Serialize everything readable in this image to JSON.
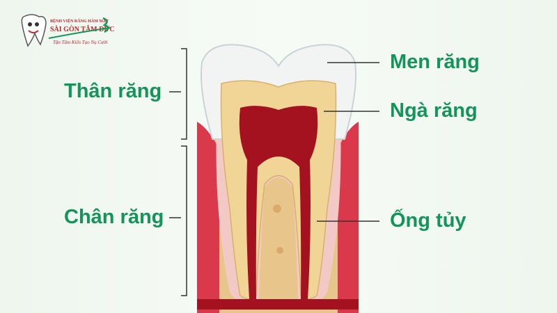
{
  "logo": {
    "line1": "BỆNH VIỆN RĂNG HÀM MẶT",
    "line2": "SÀI GÒN TÂM ĐỨC",
    "slogan": "Tận Tâm Kiến Tạo Nụ Cười"
  },
  "labels": {
    "crown": "Thân răng",
    "root": "Chân răng",
    "enamel": "Men răng",
    "dentin": "Ngà răng",
    "pulp_canal": "Ống tủy"
  },
  "colors": {
    "label": "#13955a",
    "enamel": "#f2f4f4",
    "dentin": "#f1d596",
    "pulp": "#a3121e",
    "gum": "#d9394a",
    "bone": "#e8c58a"
  }
}
